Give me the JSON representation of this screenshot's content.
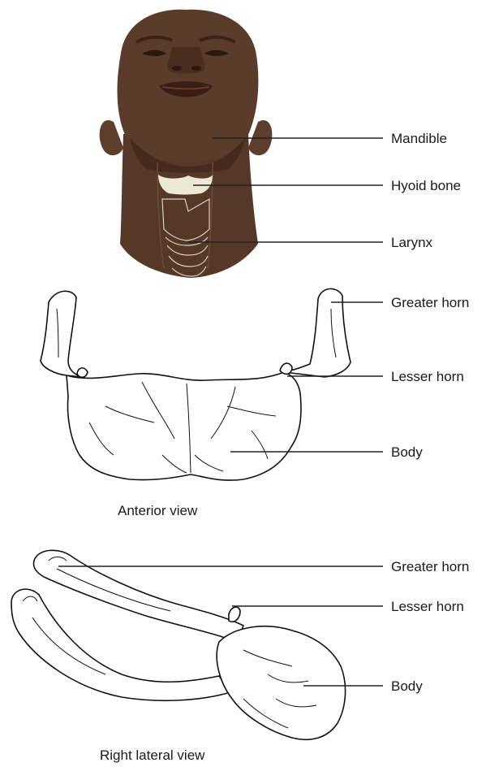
{
  "head_labels": {
    "mandible": "Mandible",
    "hyoid": "Hyoid bone",
    "larynx": "Larynx"
  },
  "anterior": {
    "greater_horn": "Greater horn",
    "lesser_horn": "Lesser horn",
    "body": "Body",
    "caption": "Anterior view"
  },
  "lateral": {
    "greater_horn": "Greater horn",
    "lesser_horn": "Lesser horn",
    "body": "Body",
    "caption": "Right lateral view"
  },
  "colors": {
    "skin": "#5a3b2a",
    "skin_dark": "#3e2619",
    "bone_fill": "#ffffff",
    "bone_outline": "#111111",
    "hyoid_highlight": "#e8e6d6",
    "leader": "#222222"
  }
}
